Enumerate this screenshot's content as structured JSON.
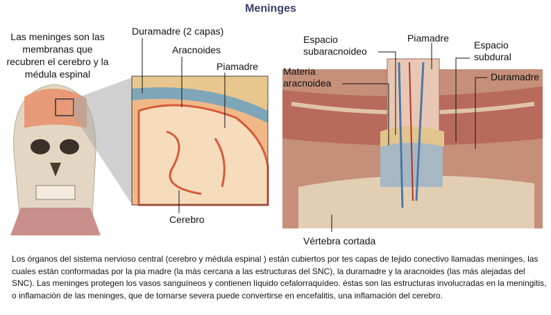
{
  "title": "Meninges",
  "intro": "Las meninges son las membranas que recubren el cerebro y la médula espinal",
  "brain_labels": {
    "duramadre": "Duramadre (2 capas)",
    "aracnoides": "Aracnoides",
    "piamadre": "Piamadre",
    "cerebro": "Cerebro"
  },
  "spine_labels": {
    "espacio_subaracnoideo": [
      "Espacio",
      "subaracnoideo"
    ],
    "piamadre": "Piamadre",
    "espacio_subdural": [
      "Espacio",
      "subdural"
    ],
    "materia_aracnoidea": [
      "Materia",
      "aracnoidea"
    ],
    "duramadre": "Duramadre",
    "vertebra": "Vértebra cortada"
  },
  "paragraph": "Los órganos del sistema nervioso central (cerebro y médula espinal ) están cubiertos por tes capas de tejido conectivo llamadas meninges, las cuales están conformadas por la pia madre (la más cercana a las estructuras del SNC), la duramadre y la aracnoides (las más alejadas del SNC). Las meninges protegen los vasos sanguíneos y contienen líquido cefalorraquídeo. éstas son las estructuras involucradas en la meningitis, o inflamación de las meninges, que de tornarse severa puede convertirse en encefalitis, una inflamación del cerebro.",
  "colors": {
    "title": "#3a3f6e"
  }
}
